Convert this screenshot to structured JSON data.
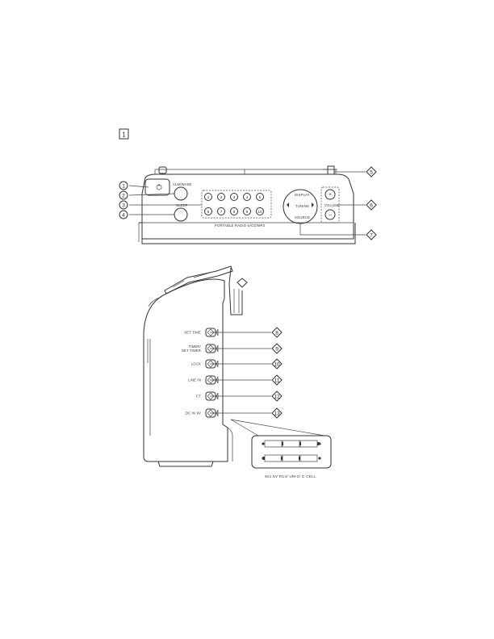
{
  "figure_label": "1",
  "front_view": {
    "button_labels": {
      "alarm": "ALM/WAKE",
      "sleep": "SLEEP",
      "display": "DISPLAY",
      "tuning": "TUNING",
      "source": "SOURCE",
      "volume": "VOLUME"
    },
    "panel_text": "PORTABLE RADIO w/CD/MP3",
    "preset_rows": [
      [
        "1",
        "2",
        "3",
        "4",
        "5"
      ],
      [
        "6",
        "7",
        "8",
        "9",
        "10"
      ]
    ]
  },
  "side_view": {
    "jack_labels": [
      "SET TIME",
      "TIMER/ SET TIMER",
      "LOCK",
      "LINE IN",
      "CT",
      "DC IN 9V"
    ],
    "battery_caption": "6x1.5V R14/ UM-2/ C CELL"
  },
  "callouts": [
    "1",
    "2",
    "3",
    "4",
    "5",
    "6",
    "7",
    "8",
    "9",
    "10",
    "11",
    "12",
    "13"
  ]
}
